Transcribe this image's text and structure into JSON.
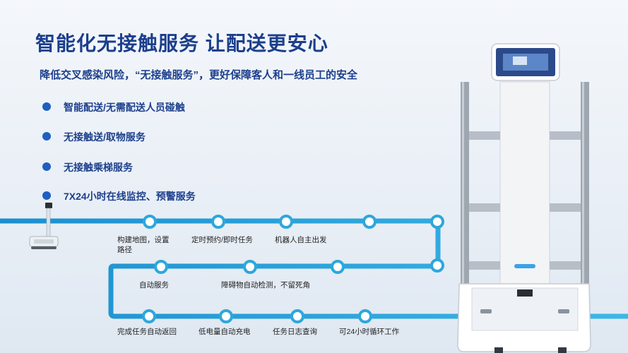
{
  "title": "智能化无接触服务 让配送更安心",
  "subtitle": "降低交叉感染风险，“无接触服务”，更好保障客人和一线员工的安全",
  "bullets": [
    "智能配送/无需配送人员碰触",
    "无接触送/取物服务",
    "无接触乘梯服务",
    "7X24小时在线监控、预警服务"
  ],
  "flow": {
    "row1": [
      "构建地图，设置路径",
      "定时预约/即时任务",
      "机器人自主出发"
    ],
    "row2": [
      "自动服务",
      "障碍物自动检测，不留死角"
    ],
    "row3": [
      "完成任务自动返回",
      "低电量自动充电",
      "任务日志查询",
      "可24小时循环工作"
    ]
  },
  "colors": {
    "title": "#1c3f8c",
    "bullet_dot": "#1d5fc2",
    "flow_line": "#2ea7dc",
    "node_fill": "#ffffff"
  },
  "icons": [
    "kiosk-robot-icon",
    "delivery-robot-icon"
  ]
}
